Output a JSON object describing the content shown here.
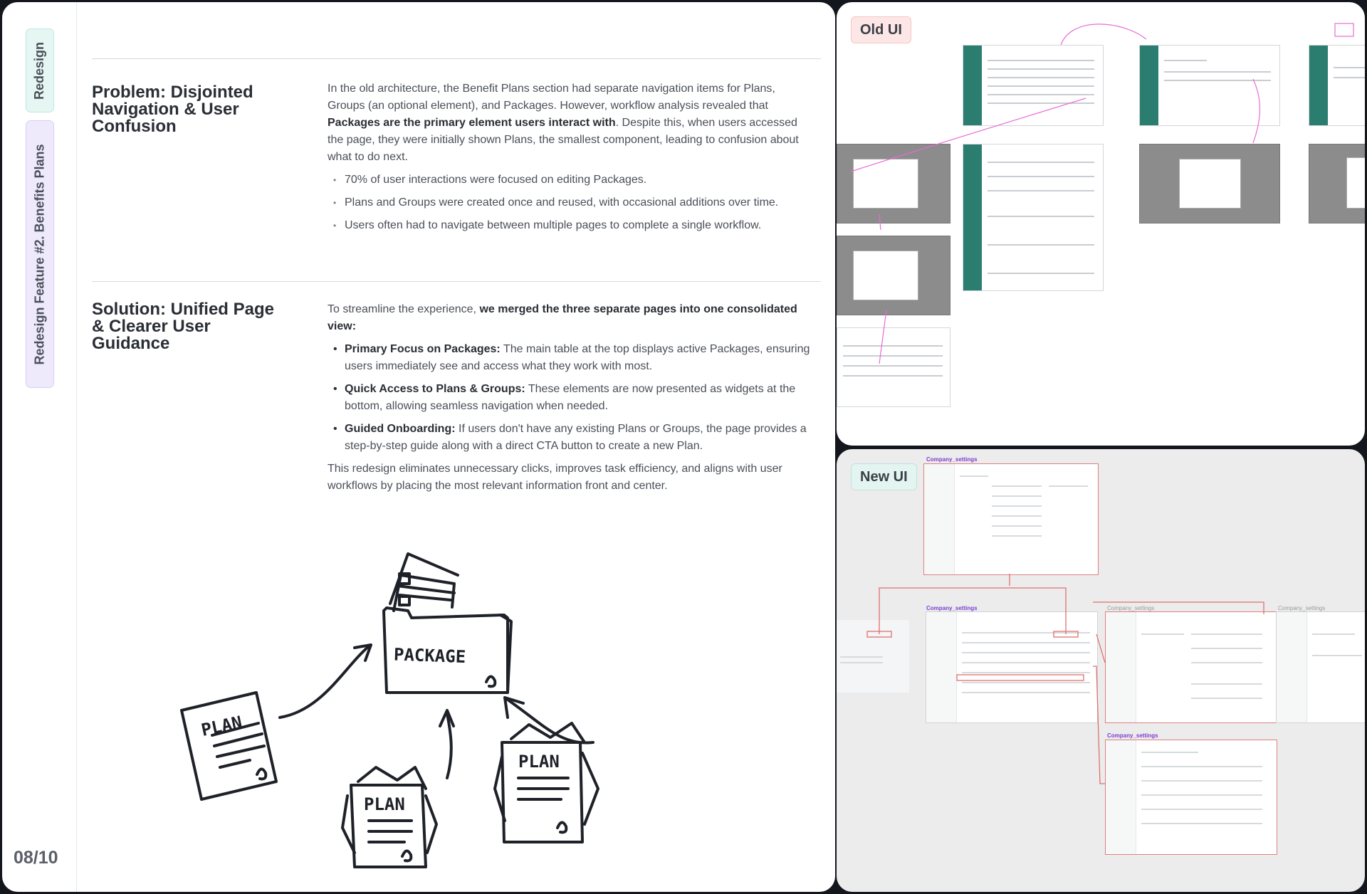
{
  "sidebar": {
    "tab_redesign": "Redesign",
    "tab_feature": "Redesign Feature #2. Benefits Plans",
    "page_number": "08/10"
  },
  "problem": {
    "heading": "Problem: Disjointed Navigation & User Confusion",
    "para_pre": "In the old architecture, the Benefit Plans section had separate navigation items for Plans, Groups (an optional element), and Packages. However, workflow analysis revealed that ",
    "para_bold": "Packages are the primary element users interact with",
    "para_post": ". Despite this, when users accessed the page, they were initially shown Plans, the smallest component, leading to confusion about what to do next.",
    "bullets": [
      "70% of user interactions were focused on editing Packages.",
      "Plans and Groups were created once and reused, with occasional additions over time.",
      "Users often had to navigate between multiple pages to complete a single workflow."
    ]
  },
  "solution": {
    "heading": "Solution: Unified Page & Clearer User Guidance",
    "intro_pre": "To streamline the experience, ",
    "intro_bold": "we merged the three separate pages into one consolidated view:",
    "bullets": [
      {
        "title": "Primary Focus on Packages:",
        "text": " The main table at the top displays active Packages, ensuring users immediately see and access what they work with most."
      },
      {
        "title": "Quick Access to Plans & Groups:",
        "text": " These elements are now presented as widgets at the bottom, allowing seamless navigation when needed."
      },
      {
        "title": "Guided Onboarding:",
        "text": " If users don't have any existing Plans or Groups, the page provides a step-by-step guide along with a direct CTA button to create a new Plan."
      }
    ],
    "closing": "This redesign eliminates unnecessary clicks, improves task efficiency, and aligns with user workflows by placing the most relevant information front and center."
  },
  "sketch": {
    "package_label": "PACKAGE",
    "plan_label": "PLAN"
  },
  "old_ui": {
    "label": "Old UI"
  },
  "new_ui": {
    "label": "New UI",
    "frame_caption": "Company_settings"
  }
}
